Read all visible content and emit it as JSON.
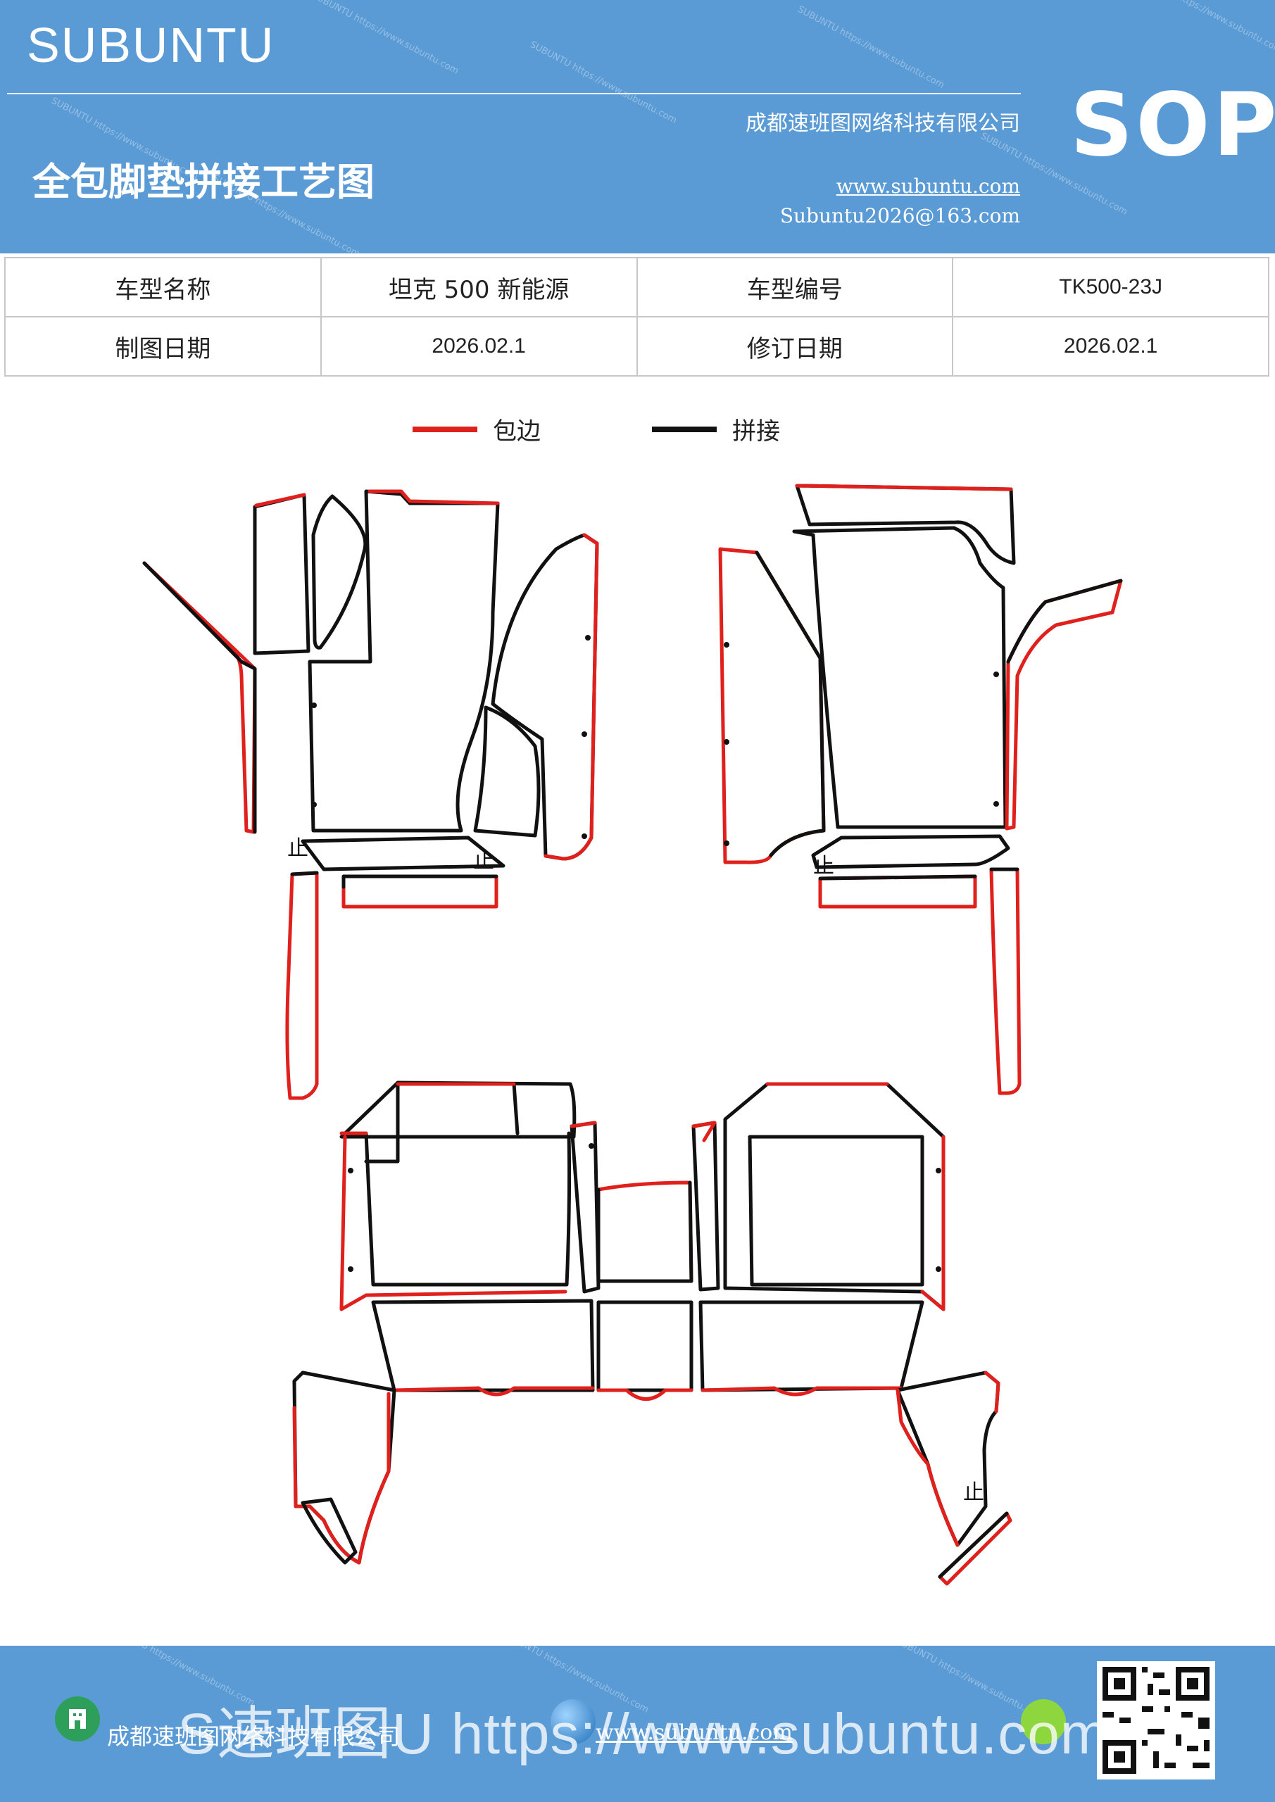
{
  "header": {
    "brand": "SUBUNTU",
    "title": "全包脚垫拼接工艺图",
    "company": "成都速班图网络科技有限公司",
    "website": "www.subuntu.com",
    "email": "Subuntu2026@163.com",
    "badge": "SOP",
    "watermark_text": "SUBUNTU https://www.subuntu.com"
  },
  "info_table": {
    "row1": {
      "label1": "车型名称",
      "value1": "坦克 500 新能源",
      "label2": "车型编号",
      "value2": "TK500-23J"
    },
    "row2": {
      "label1": "制图日期",
      "value1": "2026.02.1",
      "label2": "修订日期",
      "value2": "2026.02.1"
    }
  },
  "legend": {
    "edge": {
      "label": "包边",
      "color": "#e0201c"
    },
    "seam": {
      "label": "拼接",
      "color": "#111111"
    }
  },
  "diagram": {
    "stop_mark": "止"
  },
  "footer": {
    "company": "成都速班图网络科技有限公司",
    "website": "www.subuntu.com",
    "watermark": "S速班图U https://www.subuntu.com",
    "icons": [
      "building-icon",
      "globe-icon",
      "wechat-icon"
    ]
  },
  "colors": {
    "primary": "#5b9bd5",
    "edge": "#e0201c",
    "seam": "#111111"
  }
}
